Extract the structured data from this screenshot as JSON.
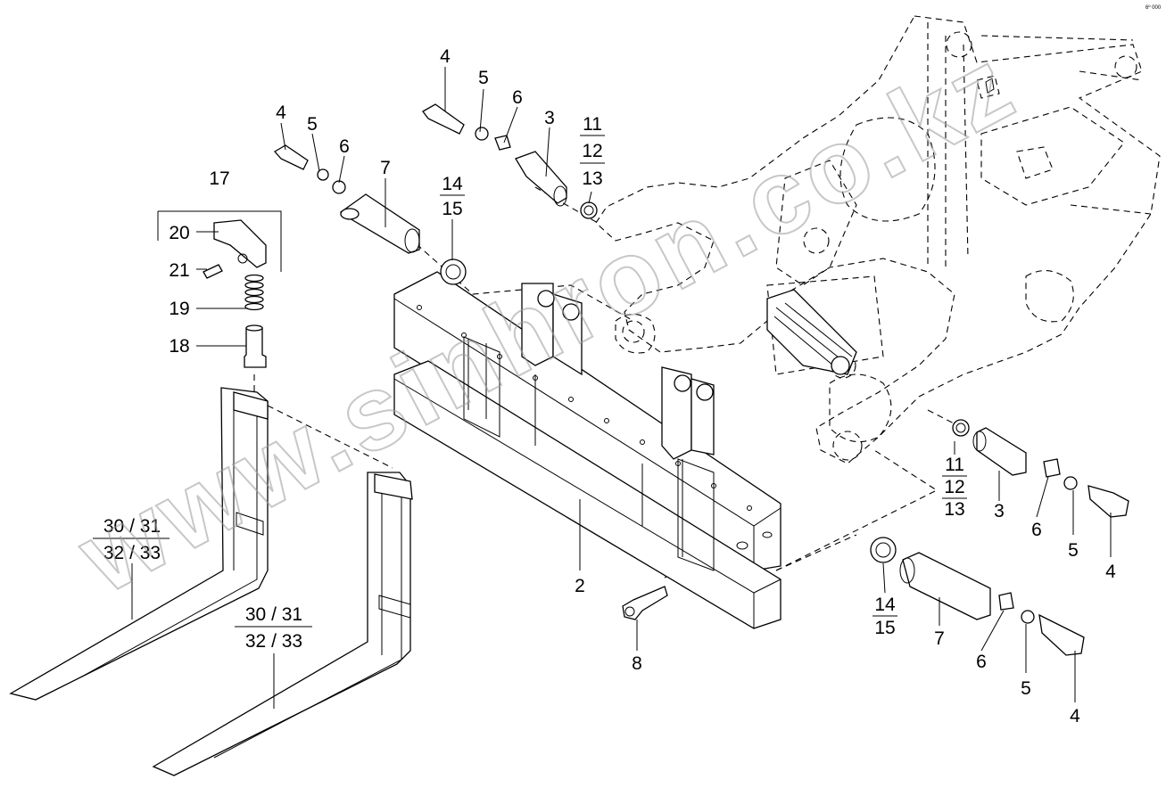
{
  "corner_code": "6º 000",
  "watermark": "www.sinhron.co.kz",
  "callouts": {
    "p2": "2",
    "p3a": "3",
    "p3b": "3",
    "p4a": "4",
    "p4b": "4",
    "p4c": "4",
    "p4d": "4",
    "p5a": "5",
    "p5b": "5",
    "p5c": "5",
    "p5d": "5",
    "p6a": "6",
    "p6b": "6",
    "p6c": "6",
    "p6d": "6",
    "p7a": "7",
    "p7b": "7",
    "p8": "8",
    "p11_13a": [
      "11",
      "12",
      "13"
    ],
    "p11_13b": [
      "11",
      "12",
      "13"
    ],
    "p14_15a": [
      "14",
      "15"
    ],
    "p14_15b": [
      "14",
      "15"
    ],
    "p17": "17",
    "p18": "18",
    "p19": "19",
    "p20": "20",
    "p21": "21",
    "forks_a": [
      "30 / 31",
      "32 / 33"
    ],
    "forks_b": [
      "30 / 31",
      "32 / 33"
    ]
  }
}
